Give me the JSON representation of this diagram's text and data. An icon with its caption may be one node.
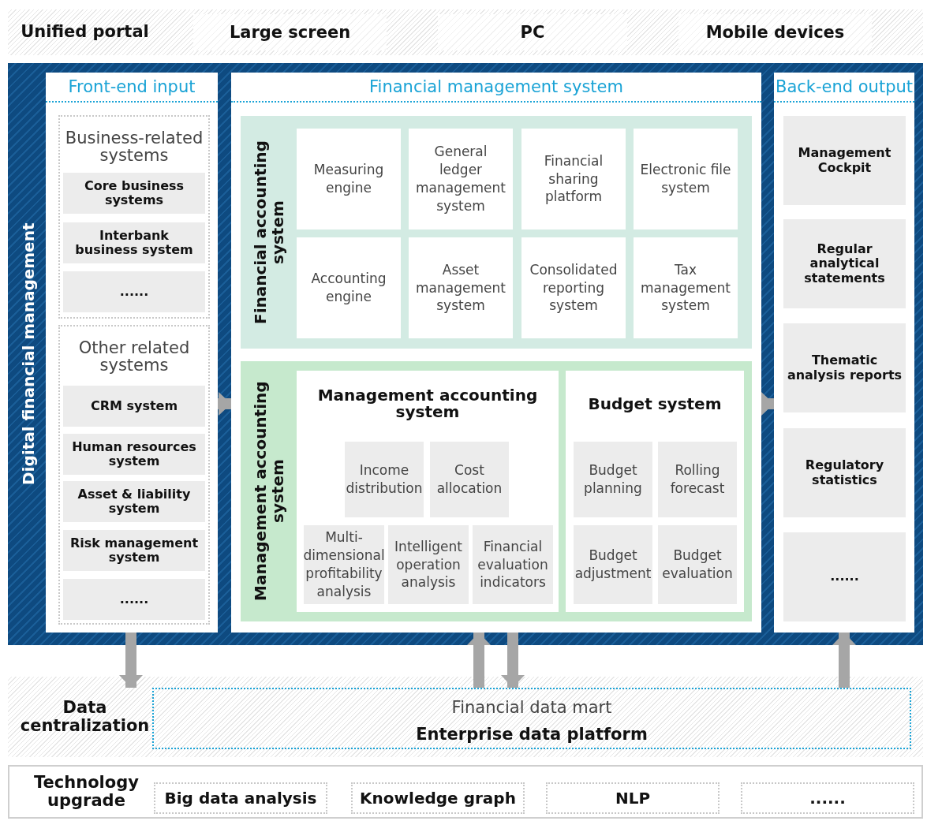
{
  "diagram": {
    "nodes": [
      {
        "text": [
          "Unified portal"
        ]
      },
      {
        "text": [
          "Large screen"
        ],
        "in": 0
      },
      {
        "text": [
          "PC"
        ],
        "in": 0
      },
      {
        "text": [
          "Mobile devices"
        ],
        "in": 0
      },
      {
        "text": [
          "Digital financial management"
        ]
      },
      {
        "text": [
          "Front-end input"
        ],
        "in": 4
      },
      {
        "text": [
          "Business-related systems"
        ],
        "in": 5
      },
      {
        "text": [
          "Core business systems"
        ],
        "in": 6
      },
      {
        "text": [
          "Interbank business system"
        ],
        "in": 6
      },
      {
        "text": [
          "......"
        ],
        "in": 6
      },
      {
        "text": [
          "Other related systems"
        ],
        "in": 5
      },
      {
        "text": [
          "CRM system"
        ],
        "in": 10
      },
      {
        "text": [
          "Human resources system"
        ],
        "in": 10
      },
      {
        "text": [
          "Asset & liability system"
        ],
        "in": 10
      },
      {
        "text": [
          "Risk management system"
        ],
        "in": 10
      },
      {
        "text": [
          "......"
        ],
        "in": 10
      },
      {
        "text": [
          "Financial management system"
        ],
        "in": 4
      },
      {
        "text": [
          "Financial accounting system"
        ],
        "in": 16
      },
      {
        "text": [
          "Measuring engine"
        ],
        "in": 17
      },
      {
        "text": [
          "General ledger management system"
        ],
        "in": 17
      },
      {
        "text": [
          "Financial sharing platform"
        ],
        "in": 17
      },
      {
        "text": [
          "Electronic file system"
        ],
        "in": 17
      },
      {
        "text": [
          "Accounting engine"
        ],
        "in": 17
      },
      {
        "text": [
          "Asset management system"
        ],
        "in": 17
      },
      {
        "text": [
          "Consolidated reporting system"
        ],
        "in": 17
      },
      {
        "text": [
          "Tax management system"
        ],
        "in": 17
      },
      {
        "text": [
          "Management accounting system"
        ],
        "in": 16
      },
      {
        "text": [
          "Management accounting system"
        ],
        "in": 26
      },
      {
        "text": [
          "Income distribution"
        ],
        "in": 27
      },
      {
        "text": [
          "Cost allocation"
        ],
        "in": 27
      },
      {
        "text": [
          "Multi-dimensional profitability analysis"
        ],
        "in": 27
      },
      {
        "text": [
          "Intelligent operation analysis"
        ],
        "in": 27
      },
      {
        "text": [
          "Financial evaluation indicators"
        ],
        "in": 27
      },
      {
        "text": [
          "Budget system"
        ],
        "in": 26
      },
      {
        "text": [
          "Budget planning"
        ],
        "in": 33
      },
      {
        "text": [
          "Rolling forecast"
        ],
        "in": 33
      },
      {
        "text": [
          "Budget adjustment"
        ],
        "in": 33
      },
      {
        "text": [
          "Budget evaluation"
        ],
        "in": 33
      },
      {
        "text": [
          "Back-end output"
        ],
        "in": 4
      },
      {
        "text": [
          "Management Cockpit"
        ],
        "in": 38
      },
      {
        "text": [
          "Regular analytical statements"
        ],
        "in": 38
      },
      {
        "text": [
          "Thematic analysis reports"
        ],
        "in": 38
      },
      {
        "text": [
          "Regulatory statistics"
        ],
        "in": 38
      },
      {
        "text": [
          "......"
        ],
        "in": 38
      },
      {
        "text": [
          "Data centralization"
        ]
      },
      {
        "text": [
          "Financial data mart",
          "Enterprise data platform"
        ],
        "in": 44
      },
      {
        "text": [
          "Technology upgrade"
        ]
      },
      {
        "text": [
          "Big data analysis"
        ],
        "in": 46
      },
      {
        "text": [
          "Knowledge graph"
        ],
        "in": 46
      },
      {
        "text": [
          "NLP"
        ],
        "in": 46
      },
      {
        "text": [
          "......"
        ],
        "in": 46
      }
    ],
    "edges": [
      {
        "from": 5,
        "to": 16,
        "arrow": "to"
      },
      {
        "from": 16,
        "to": 38,
        "arrow": "to"
      },
      {
        "from": 5,
        "to": 45,
        "arrow": "to"
      },
      {
        "from": 45,
        "to": 16,
        "arrow": "to"
      },
      {
        "from": 16,
        "to": 45,
        "arrow": "to"
      },
      {
        "from": 45,
        "to": 38,
        "arrow": "to"
      }
    ]
  }
}
